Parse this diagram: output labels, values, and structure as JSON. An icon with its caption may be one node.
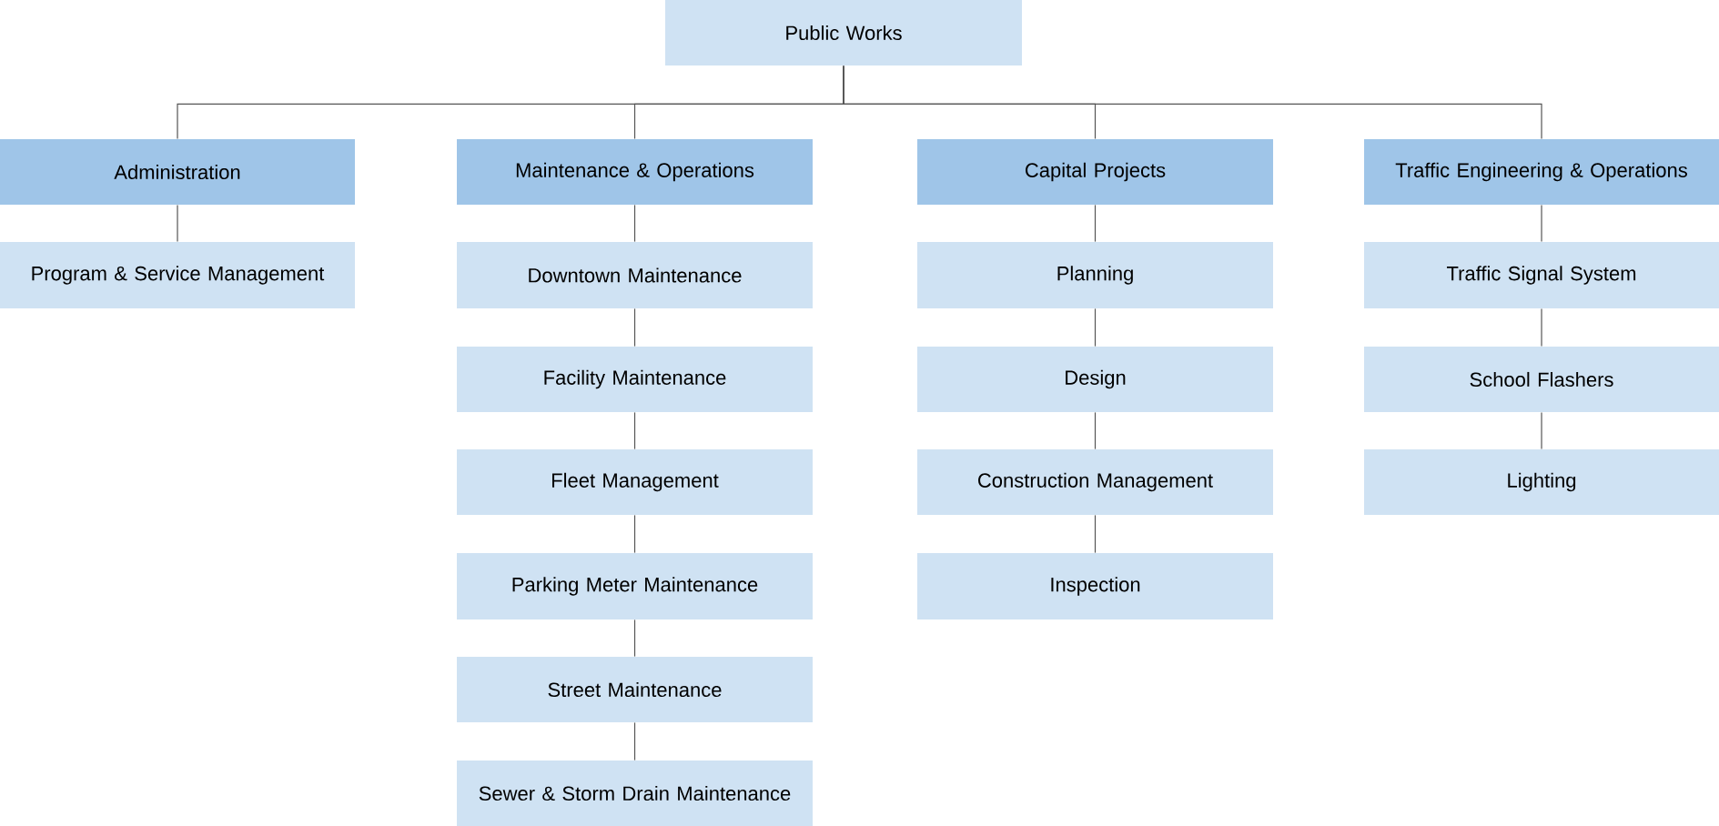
{
  "diagram": {
    "nodes": [
      {
        "text": [
          "Public Works"
        ]
      },
      {
        "text": [
          "Administration"
        ]
      },
      {
        "text": [
          "Maintenance & Operations"
        ]
      },
      {
        "text": [
          "Capital Projects"
        ]
      },
      {
        "text": [
          "Traffic Engineering & Operations"
        ]
      },
      {
        "text": [
          "Program & Service Management"
        ]
      },
      {
        "text": [
          "Downtown Maintenance"
        ]
      },
      {
        "text": [
          "Facility Maintenance"
        ]
      },
      {
        "text": [
          "Fleet Management"
        ]
      },
      {
        "text": [
          "Parking Meter Maintenance"
        ]
      },
      {
        "text": [
          "Street Maintenance"
        ]
      },
      {
        "text": [
          "Sewer & Storm Drain Maintenance"
        ]
      },
      {
        "text": [
          "Planning"
        ]
      },
      {
        "text": [
          "Design"
        ]
      },
      {
        "text": [
          "Construction Management"
        ]
      },
      {
        "text": [
          "Inspection"
        ]
      },
      {
        "text": [
          "Traffic Signal System"
        ]
      },
      {
        "text": [
          "School Flashers"
        ]
      },
      {
        "text": [
          "Lighting"
        ]
      }
    ],
    "edges": [
      {
        "from": 0,
        "to": 1,
        "arrow": "none"
      },
      {
        "from": 0,
        "to": 2,
        "arrow": "none"
      },
      {
        "from": 0,
        "to": 3,
        "arrow": "none"
      },
      {
        "from": 0,
        "to": 4,
        "arrow": "none"
      },
      {
        "from": 1,
        "to": 5,
        "arrow": "none"
      },
      {
        "from": 2,
        "to": 6,
        "arrow": "none"
      },
      {
        "from": 6,
        "to": 7,
        "arrow": "none"
      },
      {
        "from": 7,
        "to": 8,
        "arrow": "none"
      },
      {
        "from": 8,
        "to": 9,
        "arrow": "none"
      },
      {
        "from": 9,
        "to": 10,
        "arrow": "none"
      },
      {
        "from": 10,
        "to": 11,
        "arrow": "none"
      },
      {
        "from": 3,
        "to": 12,
        "arrow": "none"
      },
      {
        "from": 12,
        "to": 13,
        "arrow": "none"
      },
      {
        "from": 13,
        "to": 14,
        "arrow": "none"
      },
      {
        "from": 14,
        "to": 15,
        "arrow": "none"
      },
      {
        "from": 4,
        "to": 16,
        "arrow": "none"
      },
      {
        "from": 16,
        "to": 17,
        "arrow": "none"
      },
      {
        "from": 17,
        "to": 18,
        "arrow": "none"
      }
    ]
  }
}
